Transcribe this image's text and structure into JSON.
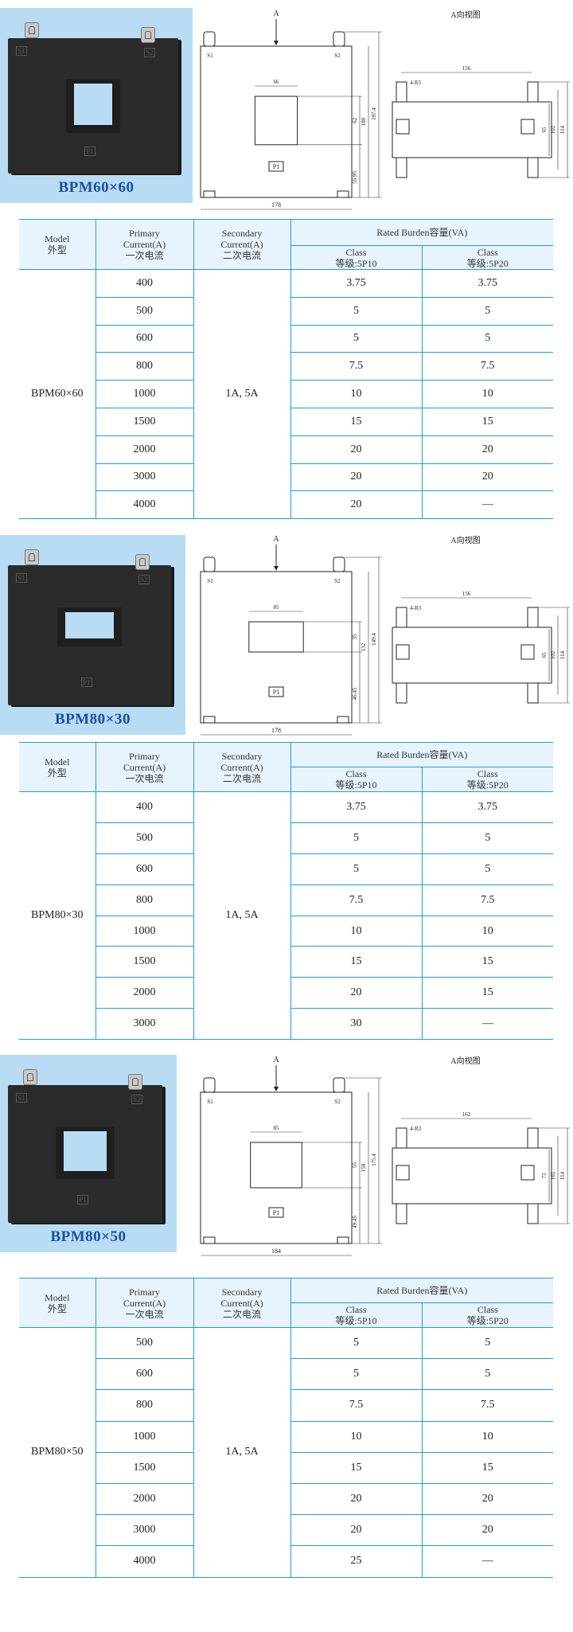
{
  "colors": {
    "header_bg": "#e8f4fd",
    "border": "#1e9be4",
    "panel_bg": "#b9dcf5",
    "title": "#1a4fa0"
  },
  "header": {
    "model": "Model",
    "model_cn": "外型",
    "primary": "Primary",
    "primary_unit": "Current(A)",
    "primary_cn": "一次电流",
    "secondary": "Secondary",
    "secondary_unit": "Current(A)",
    "secondary_cn": "二次电流",
    "burden": "Rated Burden容量(VA)",
    "class": "Class",
    "class_5p10": "等级:5P10",
    "class_5p20": "等级:5P20"
  },
  "sections": [
    {
      "model": "BPM60×60",
      "photo_marks": [
        "S1",
        "S2",
        "P1"
      ],
      "drawing": {
        "arrow_label": "A",
        "view_label": "A向视图",
        "front_mark": "P1",
        "s1": "S1",
        "s2": "S2",
        "width": "178",
        "window_width": "66",
        "window_height": "62",
        "inner_height": "180",
        "total_height": "197.4",
        "bottom_offset": "55.95",
        "side_width": "156",
        "hole": "4-R3",
        "side_h1": "65",
        "side_h2": "102",
        "side_h3": "114"
      },
      "secondary": "1A, 5A",
      "rows": [
        {
          "primary": "400",
          "p10": "3.75",
          "p20": "3.75"
        },
        {
          "primary": "500",
          "p10": "5",
          "p20": "5"
        },
        {
          "primary": "600",
          "p10": "5",
          "p20": "5"
        },
        {
          "primary": "800",
          "p10": "7.5",
          "p20": "7.5"
        },
        {
          "primary": "1000",
          "p10": "10",
          "p20": "10"
        },
        {
          "primary": "1500",
          "p10": "15",
          "p20": "15"
        },
        {
          "primary": "2000",
          "p10": "20",
          "p20": "20"
        },
        {
          "primary": "3000",
          "p10": "20",
          "p20": "20"
        },
        {
          "primary": "4000",
          "p10": "20",
          "p20": "—"
        }
      ]
    },
    {
      "model": "BPM80×30",
      "photo_marks": [
        "S1",
        "S2",
        "P1"
      ],
      "drawing": {
        "arrow_label": "A",
        "view_label": "A向视图",
        "front_mark": "P1",
        "s1": "S1",
        "s2": "S2",
        "width": "178",
        "window_width": "85",
        "window_height": "35",
        "inner_height": "132",
        "total_height": "149.4",
        "bottom_offset": "46.45",
        "side_width": "156",
        "hole": "4-R3",
        "side_h1": "65",
        "side_h2": "102",
        "side_h3": "114"
      },
      "secondary": "1A, 5A",
      "rows": [
        {
          "primary": "400",
          "p10": "3.75",
          "p20": "3.75"
        },
        {
          "primary": "500",
          "p10": "5",
          "p20": "5"
        },
        {
          "primary": "600",
          "p10": "5",
          "p20": "5"
        },
        {
          "primary": "800",
          "p10": "7.5",
          "p20": "7.5"
        },
        {
          "primary": "1000",
          "p10": "10",
          "p20": "10"
        },
        {
          "primary": "1500",
          "p10": "15",
          "p20": "15"
        },
        {
          "primary": "2000",
          "p10": "20",
          "p20": "15"
        },
        {
          "primary": "3000",
          "p10": "30",
          "p20": "—"
        }
      ]
    },
    {
      "model": "BPM80×50",
      "photo_marks": [
        "S1",
        "S2",
        "P1"
      ],
      "drawing": {
        "arrow_label": "A",
        "view_label": "A向视图",
        "front_mark": "P1",
        "s1": "S1",
        "s2": "S2",
        "width": "184",
        "window_width": "85",
        "window_height": "55",
        "inner_height": "158",
        "total_height": "175.4",
        "bottom_offset": "49.45",
        "side_width": "162",
        "hole": "4-R3",
        "side_h1": "73",
        "side_h2": "102",
        "side_h3": "114"
      },
      "secondary": "1A, 5A",
      "rows": [
        {
          "primary": "500",
          "p10": "5",
          "p20": "5"
        },
        {
          "primary": "600",
          "p10": "5",
          "p20": "5"
        },
        {
          "primary": "800",
          "p10": "7.5",
          "p20": "7.5"
        },
        {
          "primary": "1000",
          "p10": "10",
          "p20": "10"
        },
        {
          "primary": "1500",
          "p10": "15",
          "p20": "15"
        },
        {
          "primary": "2000",
          "p10": "20",
          "p20": "20"
        },
        {
          "primary": "3000",
          "p10": "20",
          "p20": "20"
        },
        {
          "primary": "4000",
          "p10": "25",
          "p20": "—"
        }
      ]
    }
  ]
}
